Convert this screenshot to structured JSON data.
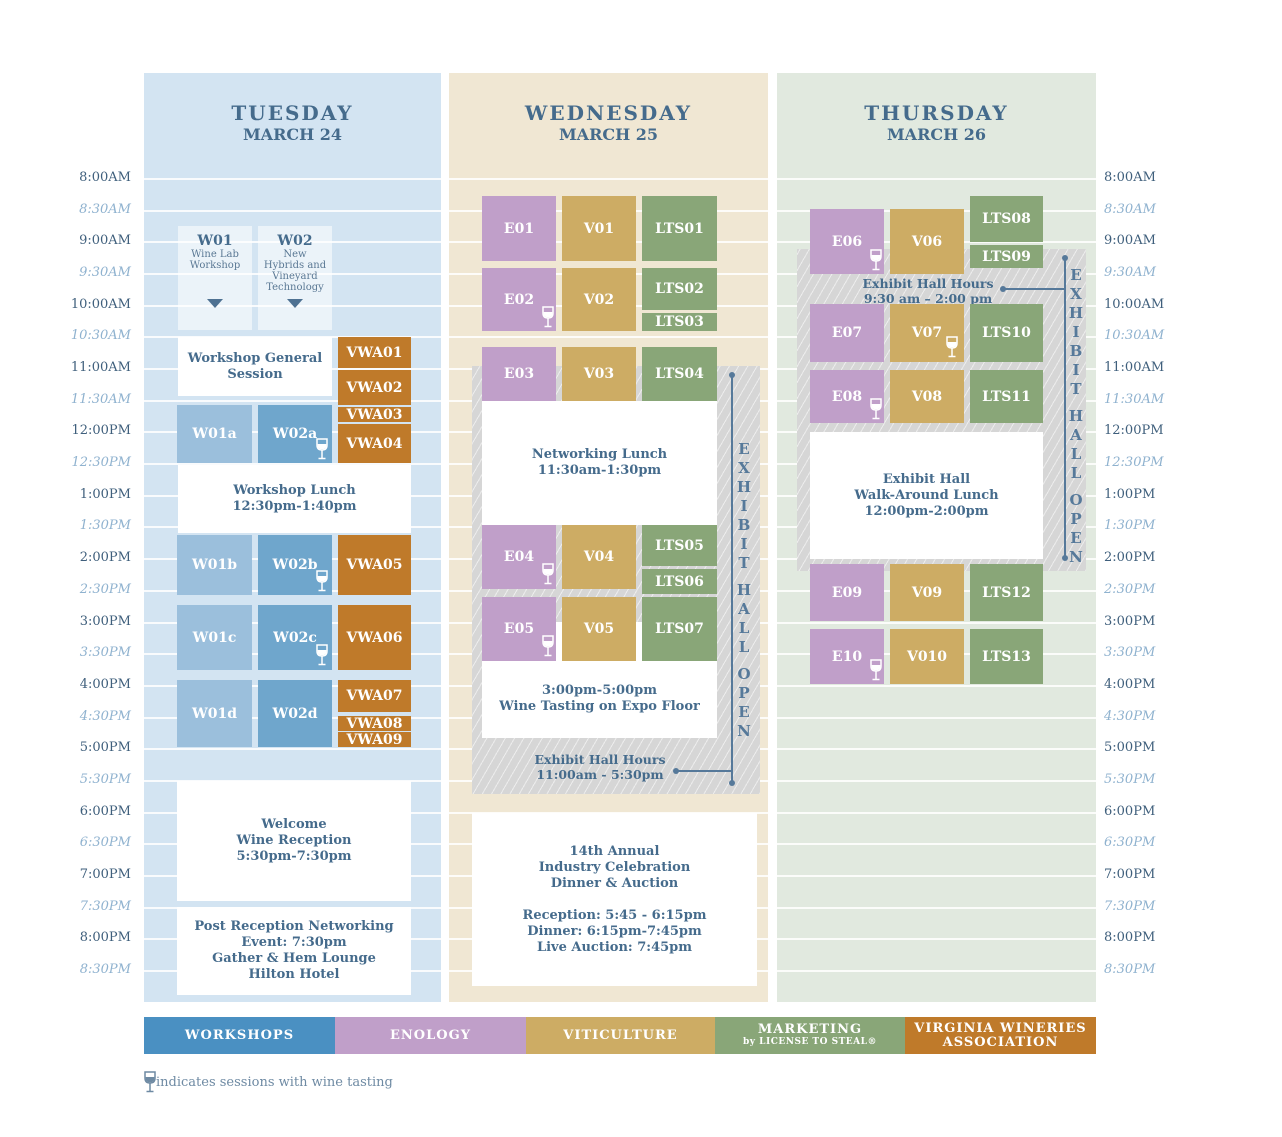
{
  "days": [
    {
      "name": "TUESDAY",
      "date": "MARCH 24"
    },
    {
      "name": "WEDNESDAY",
      "date": "MARCH 25"
    },
    {
      "name": "THURSDAY",
      "date": "MARCH 26"
    }
  ],
  "times": [
    "8:00AM",
    "8:30AM",
    "9:00AM",
    "9:30AM",
    "10:00AM",
    "10:30AM",
    "11:00AM",
    "11:30AM",
    "12:00PM",
    "12:30PM",
    "1:00PM",
    "1:30PM",
    "2:00PM",
    "2:30PM",
    "3:00PM",
    "3:30PM",
    "4:00PM",
    "4:30PM",
    "5:00PM",
    "5:30PM",
    "6:00PM",
    "6:30PM",
    "7:00PM",
    "7:30PM",
    "8:00PM",
    "8:30PM"
  ],
  "tuesday": {
    "w01": {
      "code": "W01",
      "desc": "Wine Lab Workshop"
    },
    "w02": {
      "code": "W02",
      "desc": "New Hybrids and Vineyard Technology"
    },
    "general_session": "Workshop General Session",
    "vwa": [
      "VWA01",
      "VWA02",
      "VWA03",
      "VWA04",
      "VWA05",
      "VWA06",
      "VWA07",
      "VWA08",
      "VWA09"
    ],
    "w01_sessions": [
      "W01a",
      "W01b",
      "W01c",
      "W01d"
    ],
    "w02_sessions": [
      "W02a",
      "W02b",
      "W02c",
      "W02d"
    ],
    "lunch": {
      "title": "Workshop Lunch",
      "time": "12:30pm-1:40pm"
    },
    "reception": {
      "line1": "Welcome",
      "line2": "Wine Reception",
      "time": "5:30pm-7:30pm"
    },
    "post_reception": {
      "line1": "Post Reception Networking",
      "line2": "Event: 7:30pm",
      "line3": "Gather & Hem Lounge",
      "line4": "Hilton Hotel"
    }
  },
  "wednesday": {
    "enology": [
      "E01",
      "E02",
      "E03",
      "E04",
      "E05"
    ],
    "viticulture": [
      "V01",
      "V02",
      "V03",
      "V04",
      "V05"
    ],
    "marketing": [
      "LTS01",
      "LTS02",
      "LTS03",
      "LTS04",
      "LTS05",
      "LTS06",
      "LTS07"
    ],
    "lunch": {
      "title": "Networking Lunch",
      "time": "11:30am-1:30pm"
    },
    "tasting": {
      "time": "3:00pm-5:00pm",
      "title": "Wine Tasting on Expo Floor"
    },
    "hall_hours": {
      "title": "Exhibit Hall Hours",
      "time": "11:00am - 5:30pm"
    },
    "hall_open": "EXHIBIT HALL OPEN",
    "dinner": {
      "line1": "14th Annual",
      "line2": "Industry Celebration",
      "line3": "Dinner & Auction",
      "reception": "Reception: 5:45 - 6:15pm",
      "dinner": "Dinner: 6:15pm-7:45pm",
      "auction": "Live Auction: 7:45pm"
    }
  },
  "thursday": {
    "enology": [
      "E06",
      "E07",
      "E08",
      "E09",
      "E10"
    ],
    "viticulture": [
      "V06",
      "V07",
      "V08",
      "V09",
      "V010"
    ],
    "marketing": [
      "LTS08",
      "LTS09",
      "LTS10",
      "LTS11",
      "LTS12",
      "LTS13"
    ],
    "hall_hours": {
      "title": "Exhibit Hall Hours",
      "time": "9:30 am – 2:00 pm"
    },
    "lunch": {
      "line1": "Exhibit Hall",
      "line2": "Walk-Around Lunch",
      "time": "12:00pm-2:00pm"
    },
    "hall_open": "EXHIBIT HALL OPEN"
  },
  "legend": [
    {
      "label": "WORKSHOPS",
      "sub": "",
      "color": "#4a90c2"
    },
    {
      "label": "ENOLOGY",
      "sub": "",
      "color": "#c09fc9"
    },
    {
      "label": "VITICULTURE",
      "sub": "",
      "color": "#cdac64"
    },
    {
      "label": "MARKETING",
      "sub": "by LICENSE TO STEAL®",
      "color": "#89a678"
    },
    {
      "label": "VIRGINIA WINERIES",
      "sub": "ASSOCIATION",
      "color": "#bf7a2a"
    }
  ],
  "note": "indicates sessions with wine tasting",
  "colors": {
    "text": "#456b8c",
    "tuesday_bg": "#d3e4f2",
    "wednesday_bg": "#f0e7d3",
    "thursday_bg": "#e1e9df",
    "workshop_a": "#9bbfdc",
    "workshop_b": "#6fa6cc",
    "vwa": "#bf7a2a",
    "enology": "#c09fc9",
    "viticulture": "#cdac64",
    "marketing": "#89a678"
  }
}
